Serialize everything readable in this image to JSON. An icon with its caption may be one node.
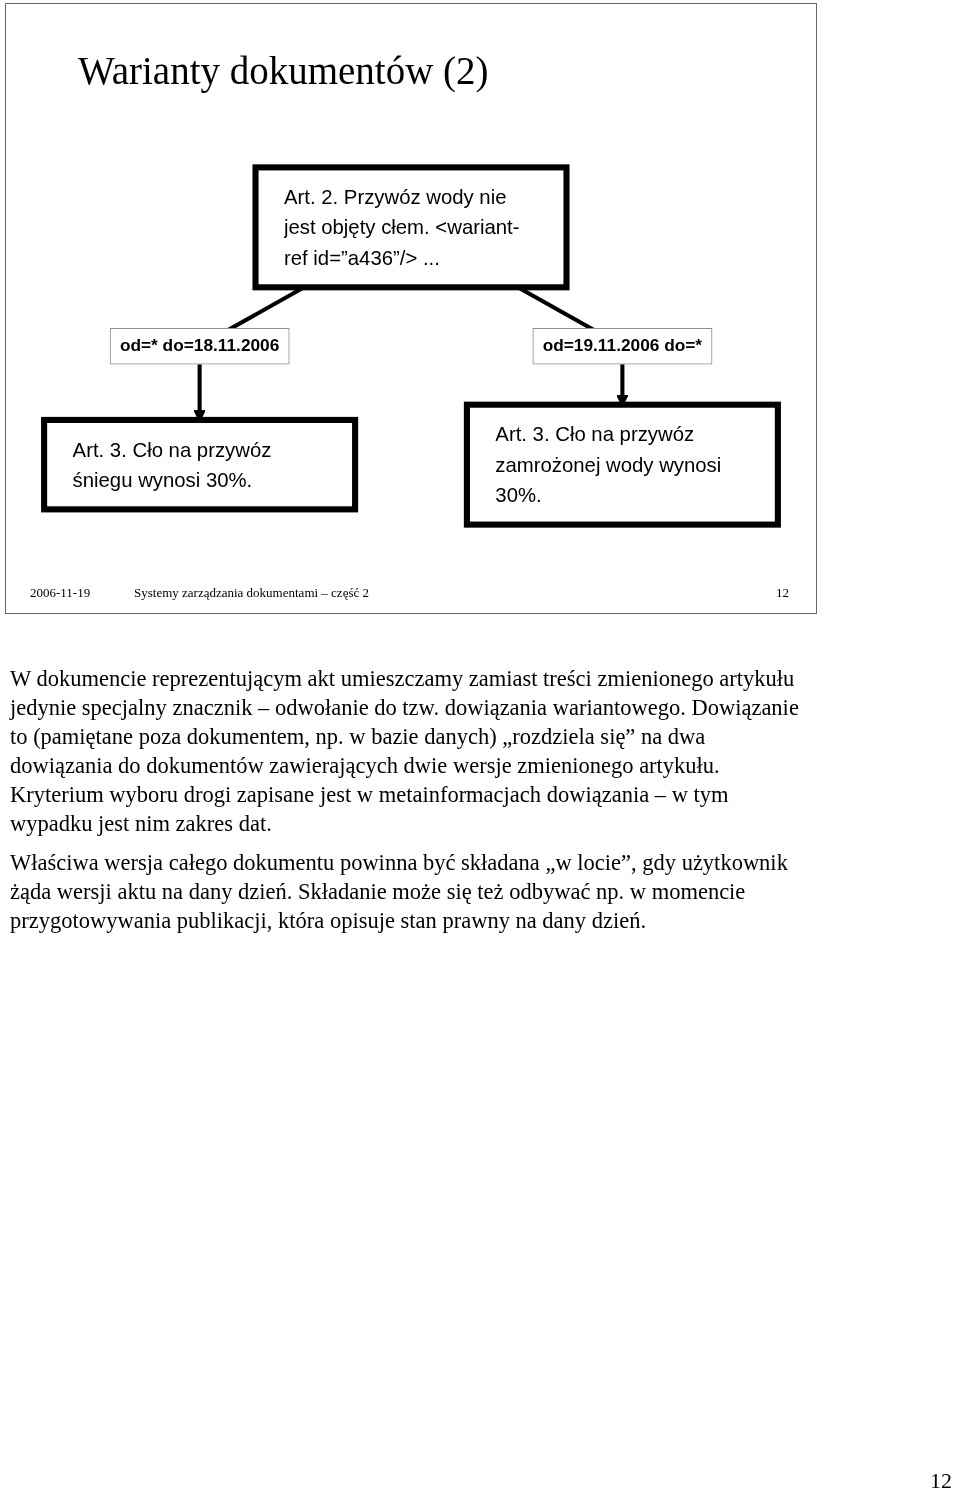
{
  "diagram": {
    "title": "Warianty dokumentów (2)",
    "nodes": [
      {
        "text": [
          "Art. 2. Przywóz wody nie jest objęty cłem. <wariant-ref id=”a436”/> ..."
        ]
      },
      {
        "text": [
          "Art. 3. Cło na przywóz śniegu wynosi 30%."
        ]
      },
      {
        "text": [
          "Art. 3. Cło na przywóz zamrożonej wody wynosi 30%."
        ]
      }
    ],
    "edges": [
      {
        "from": 0,
        "to": 1,
        "arrow": "to",
        "label": "od=* do=18.11.2006"
      },
      {
        "from": 0,
        "to": 2,
        "arrow": "to",
        "label": "od=19.11.2006 do=*"
      }
    ],
    "labels": [
      "2006-11-19",
      "Systemy zarządzania dokumentami – część 2",
      "12",
      "W dokumencie reprezentującym akt umieszczamy zamiast treści zmienionego artykułu jedynie specjalny znacznik – odwołanie do tzw. dowiązania wariantowego. Dowiązanie to (pamiętane poza dokumentem, np. w bazie danych) „rozdziela się” na dwa dowiązania do dokumentów zawierających dwie wersje zmienionego artykułu. Kryterium wyboru drogi zapisane jest w metainformacjach dowiązania – w tym wypadku jest nim zakres dat.",
      "Właściwa wersja całego dokumentu powinna być składana „w locie”, gdy użytkownik żąda wersji aktu na dany dzień. Składanie może się też odbywać np. w momencie przygotowywania publikacji, która opisuje stan prawny na dany dzień.",
      "12"
    ]
  }
}
